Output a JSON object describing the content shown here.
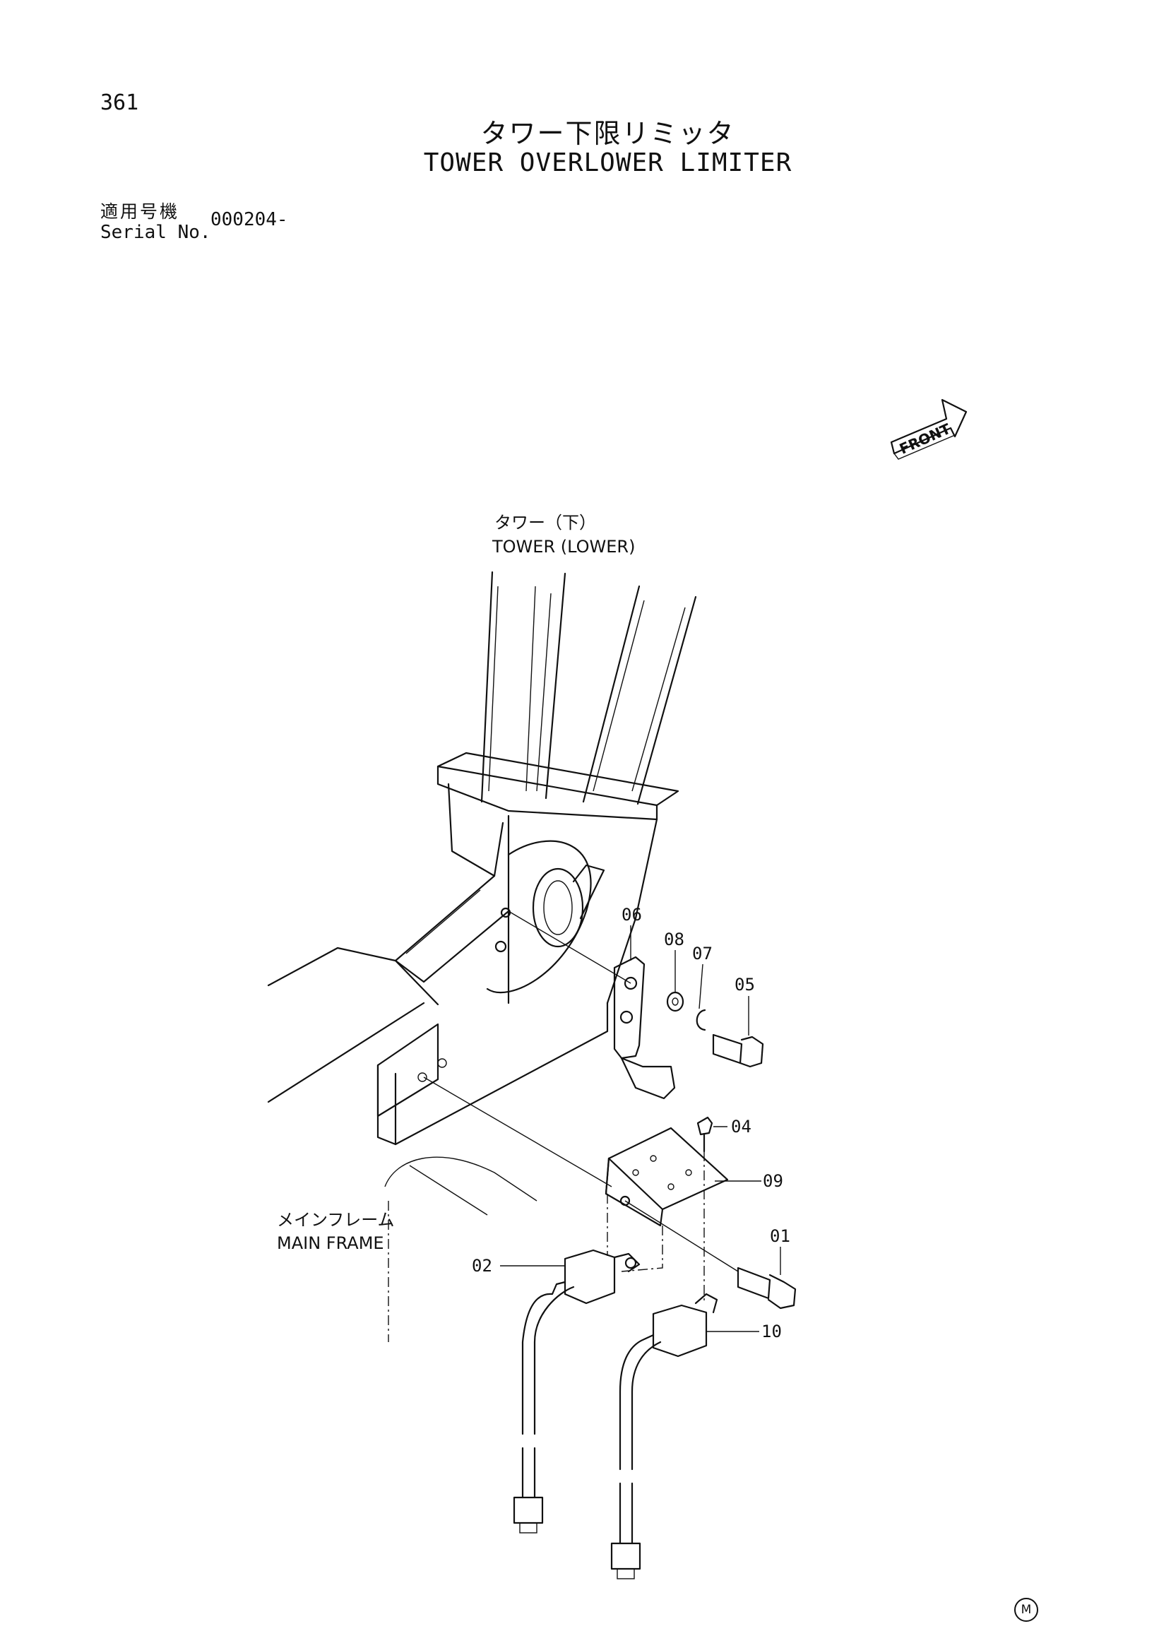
{
  "page_number": "361",
  "title_jp": "タワー下限リミッタ",
  "title_en": "TOWER OVERLOWER LIMITER",
  "serial": {
    "label_jp": "適用号機",
    "label_en": "Serial No.",
    "value": "000204-"
  },
  "front_marker": "FRONT",
  "labels": {
    "tower_jp": "タワー（下）",
    "tower_en": "TOWER (LOWER)",
    "frame_jp": "メインフレーム",
    "frame_en": "MAIN FRAME"
  },
  "parts": [
    "01",
    "02",
    "04",
    "05",
    "06",
    "07",
    "08",
    "09",
    "10"
  ],
  "corner_mark": "M"
}
